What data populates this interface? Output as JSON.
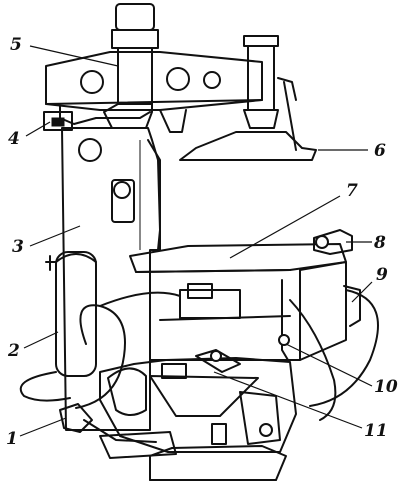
{
  "figure": {
    "colors": {
      "ink": "#111111",
      "paper": "#ffffff"
    },
    "callouts": [
      {
        "id": "1",
        "text": "1"
      },
      {
        "id": "2",
        "text": "2"
      },
      {
        "id": "3",
        "text": "3"
      },
      {
        "id": "4",
        "text": "4"
      },
      {
        "id": "5",
        "text": "5"
      },
      {
        "id": "6",
        "text": "6"
      },
      {
        "id": "7",
        "text": "7"
      },
      {
        "id": "8",
        "text": "8"
      },
      {
        "id": "9",
        "text": "9"
      },
      {
        "id": "10",
        "text": "10"
      },
      {
        "id": "11",
        "text": "11"
      }
    ]
  }
}
